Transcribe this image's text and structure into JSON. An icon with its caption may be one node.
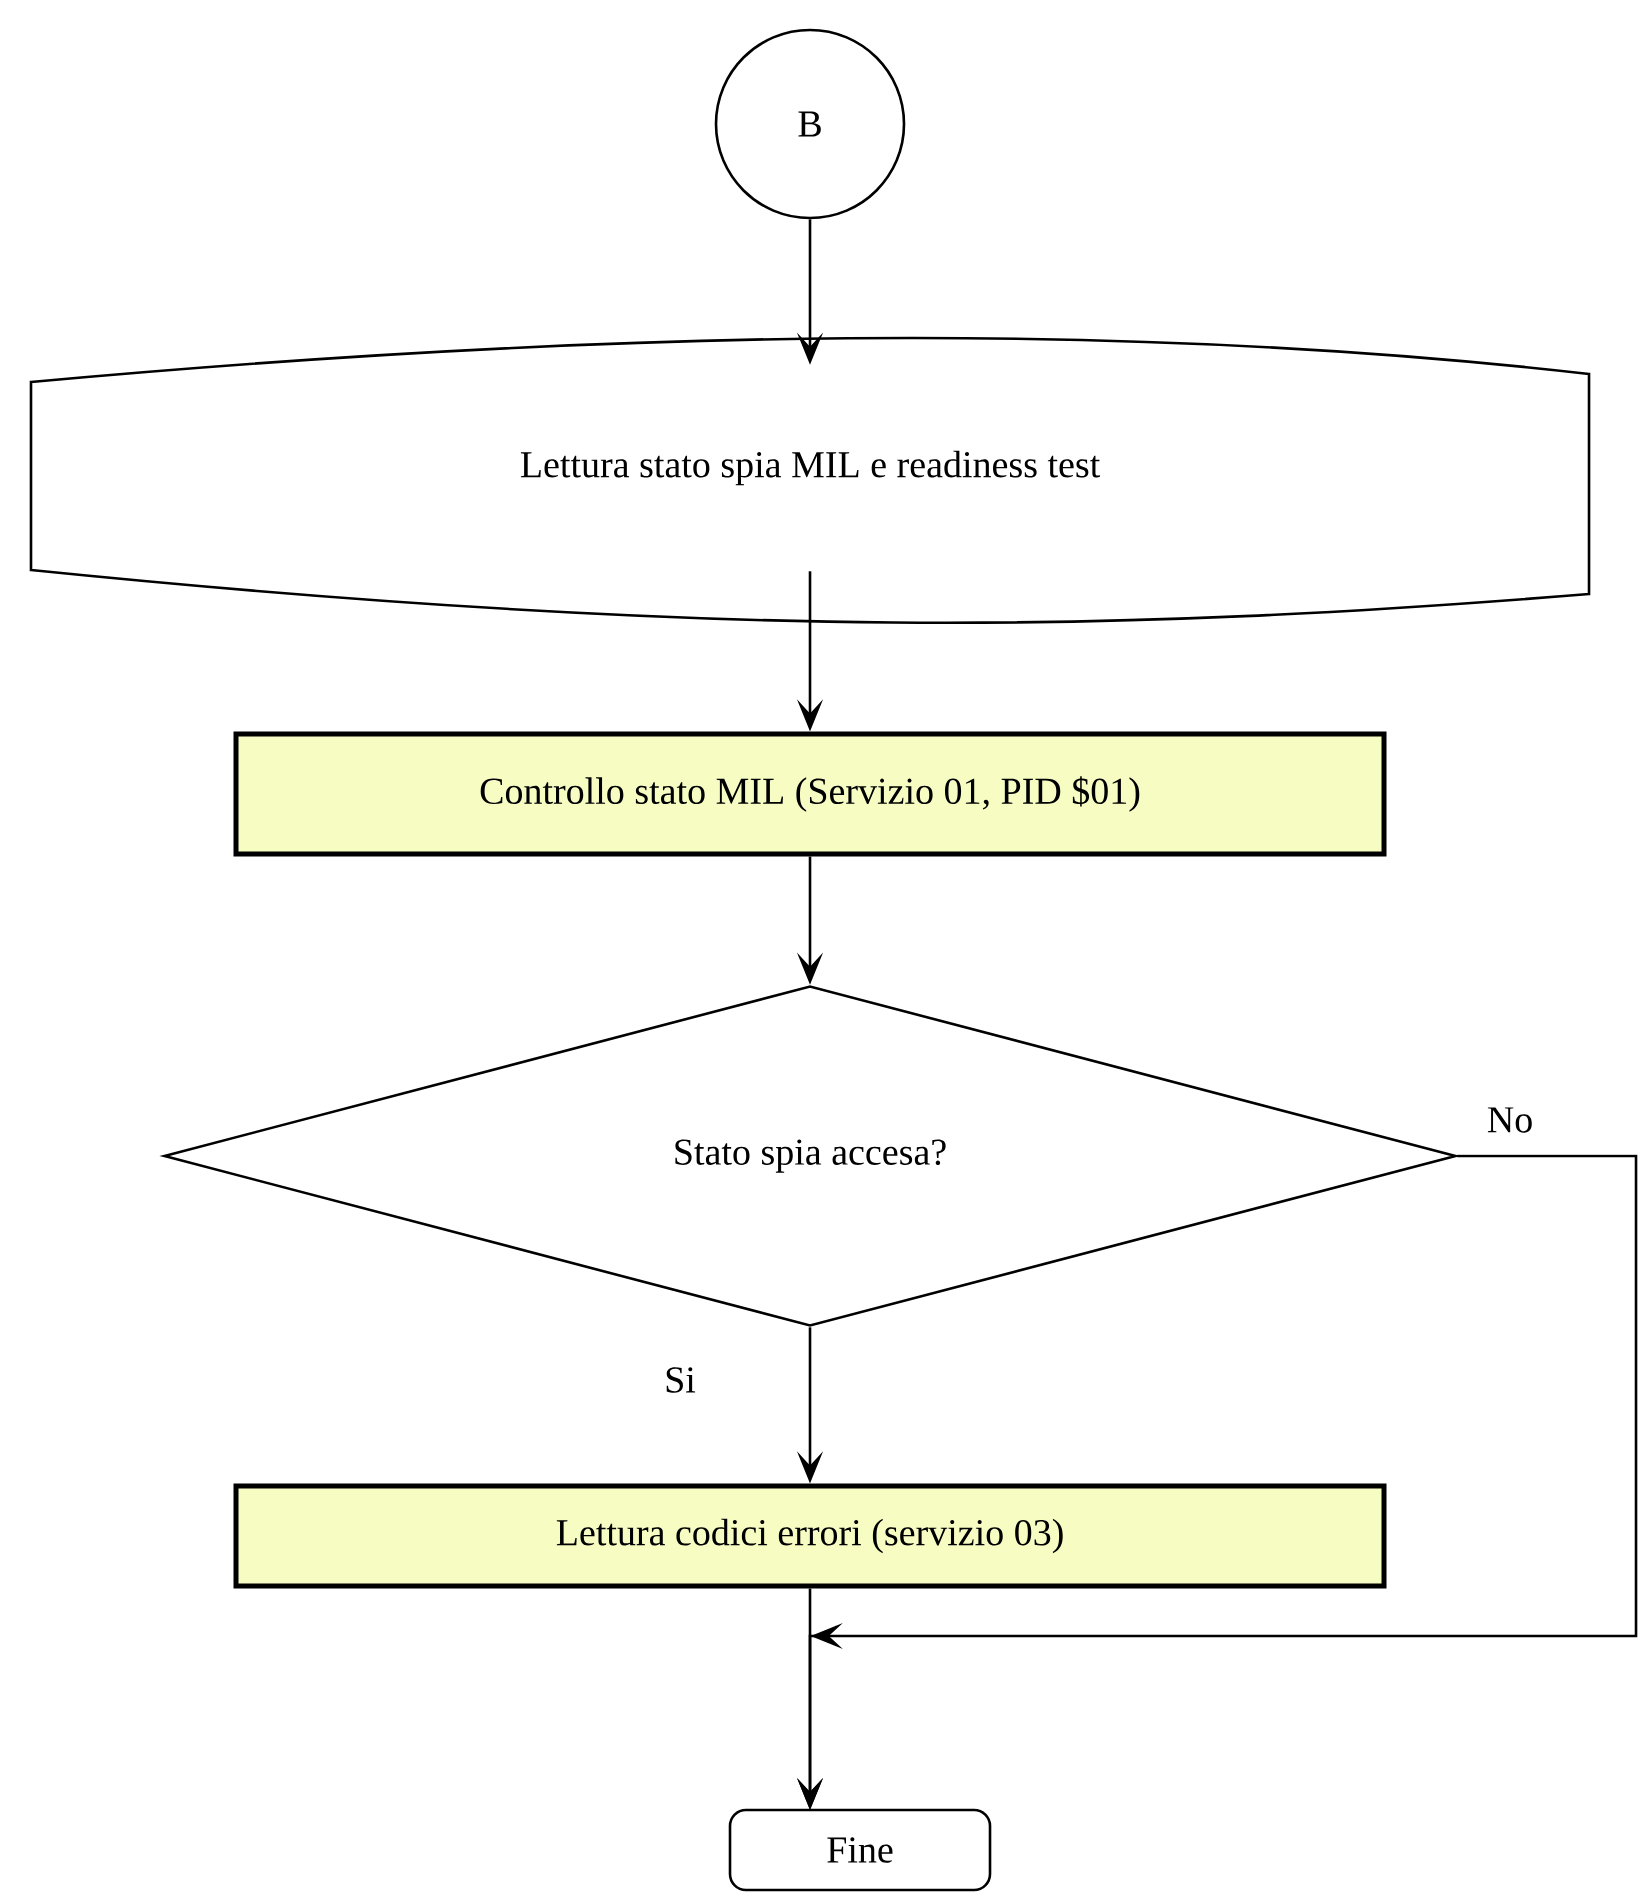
{
  "diagram": {
    "nodes": [
      {
        "text": [
          "B"
        ]
      },
      {
        "text": [
          "Lettura stato spia MIL e readiness test"
        ]
      },
      {
        "text": [
          "Controllo stato MIL (Servizio 01, PID $01)"
        ]
      },
      {
        "text": [
          "Stato spia accesa?"
        ]
      },
      {
        "text": [
          "Lettura codici errori (servizio 03)"
        ]
      },
      {
        "text": [
          "Fine"
        ]
      }
    ],
    "edges": [
      {
        "from": 0,
        "to": 1,
        "arrow": "to"
      },
      {
        "from": 1,
        "to": 2,
        "arrow": "to"
      },
      {
        "from": 2,
        "to": 3,
        "arrow": "to"
      },
      {
        "from": 3,
        "to": 4,
        "arrow": "to",
        "label": "Si"
      },
      {
        "from": 4,
        "to": 5,
        "arrow": "to"
      },
      {
        "from": 3,
        "to": 5,
        "arrow": "to",
        "label": "No"
      }
    ]
  }
}
